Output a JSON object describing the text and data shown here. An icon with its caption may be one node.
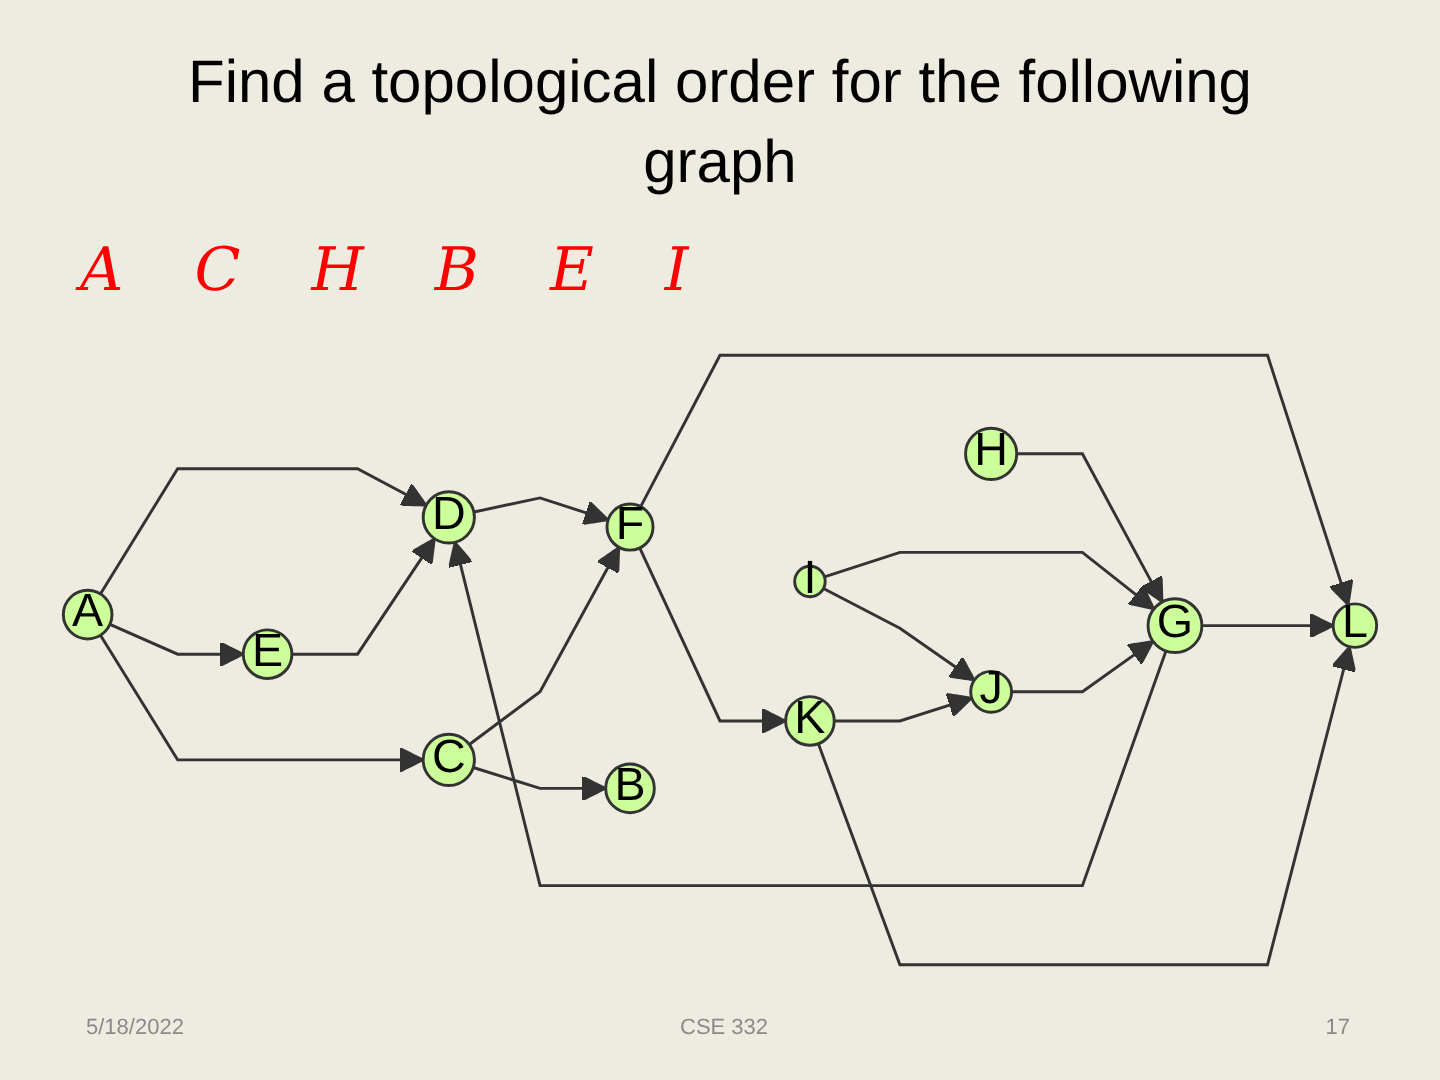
{
  "diagram": {
    "title": "Find a topological order for the following graph",
    "nodes": [
      {
        "text": [
          "A"
        ]
      },
      {
        "text": [
          "E"
        ]
      },
      {
        "text": [
          "H"
        ]
      },
      {
        "text": [
          "I"
        ]
      },
      {
        "text": [
          "D"
        ]
      },
      {
        "text": [
          "G"
        ]
      },
      {
        "text": [
          "J"
        ]
      },
      {
        "text": [
          "C"
        ]
      },
      {
        "text": [
          "F"
        ]
      },
      {
        "text": [
          "K"
        ]
      },
      {
        "text": [
          "B"
        ]
      },
      {
        "text": [
          "L"
        ]
      }
    ],
    "edges": [
      {
        "from": 0,
        "to": 1,
        "arrow": "to"
      },
      {
        "from": 0,
        "to": 4,
        "arrow": "to"
      },
      {
        "from": 0,
        "to": 7,
        "arrow": "to"
      },
      {
        "from": 1,
        "to": 4,
        "arrow": "to"
      },
      {
        "from": 2,
        "to": 5,
        "arrow": "to"
      },
      {
        "from": 3,
        "to": 5,
        "arrow": "to"
      },
      {
        "from": 3,
        "to": 6,
        "arrow": "to"
      },
      {
        "from": 5,
        "to": 4,
        "arrow": "to"
      },
      {
        "from": 6,
        "to": 5,
        "arrow": "to"
      },
      {
        "from": 4,
        "to": 8,
        "arrow": "to"
      },
      {
        "from": 7,
        "to": 8,
        "arrow": "to"
      },
      {
        "from": 7,
        "to": 10,
        "arrow": "to"
      },
      {
        "from": 8,
        "to": 9,
        "arrow": "to"
      },
      {
        "from": 8,
        "to": 11,
        "arrow": "to"
      },
      {
        "from": 5,
        "to": 11,
        "arrow": "to"
      },
      {
        "from": 9,
        "to": 6,
        "arrow": "to"
      },
      {
        "from": 9,
        "to": 11,
        "arrow": "to"
      }
    ],
    "labels": [
      "A C H B E I",
      "5/18/2022",
      "CSE 332",
      "17"
    ]
  }
}
